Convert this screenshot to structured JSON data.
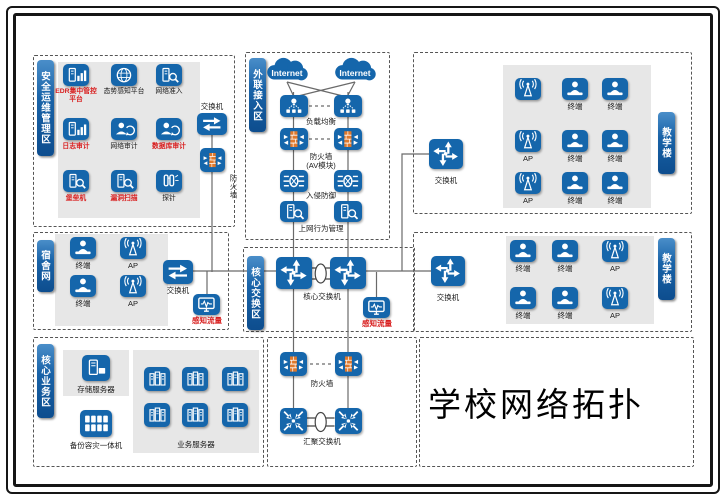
{
  "title": {
    "text": "学校网络拓扑"
  },
  "colors": {
    "node_blue": "#1566ab",
    "brick_orange": "#e0792c",
    "alert_red": "#d81e1e",
    "ribbon_blue": "#0d4d8e",
    "panel_gray": "#e7e7e7"
  },
  "zones": {
    "security": {
      "ribbon": "安全运维管理区",
      "items": [
        {
          "label": "EDR集中管控平台",
          "red": true
        },
        {
          "label": "态势感知平台",
          "red": false
        },
        {
          "label": "网络准入",
          "red": false
        },
        {
          "label": "日志审计",
          "red": true
        },
        {
          "label": "网络审计",
          "red": false
        },
        {
          "label": "数据库审计",
          "red": true
        },
        {
          "label": "堡垒机",
          "red": true
        },
        {
          "label": "漏洞扫描",
          "red": true
        },
        {
          "label": "探针",
          "red": false
        }
      ],
      "switch_label": "交换机",
      "firewall_label": "防火墙"
    },
    "external": {
      "ribbon": "外联接入区",
      "internet_left": "Internet",
      "internet_right": "Internet",
      "lb_label": "负载均衡",
      "fw_label": "防火墙",
      "fw_sublabel": "(AV模块)",
      "ips_label": "入侵防御",
      "behavior_label": "上网行为管理"
    },
    "teaching_top": {
      "ribbon": "教学楼",
      "switch_label": "交换机",
      "rows": [
        [
          "",
          "终端",
          "终端"
        ],
        [
          "AP",
          "终端",
          "终端"
        ],
        [
          "AP",
          "终端",
          "终端"
        ]
      ]
    },
    "teaching_mid": {
      "ribbon": "教学楼",
      "switch_label": "交换机",
      "rows": [
        [
          "终端",
          "终端",
          "AP"
        ],
        [
          "终端",
          "终端",
          "AP"
        ]
      ]
    },
    "dorm": {
      "ribbon": "宿舍网",
      "switch_label": "交换机",
      "probe_label": "感知流量",
      "rows": [
        [
          "终端",
          "AP"
        ],
        [
          "终端",
          "AP"
        ]
      ]
    },
    "core": {
      "ribbon": "核心交换区",
      "switch_label": "核心交换机",
      "probe_label": "感知流量"
    },
    "business": {
      "ribbon": "核心业务区",
      "storage_label": "存储服务器",
      "backup_label": "备份容灾一体机",
      "servers_label": "业务服务器"
    },
    "south": {
      "fw_label": "防火墙",
      "agg_label": "汇聚交换机"
    }
  }
}
